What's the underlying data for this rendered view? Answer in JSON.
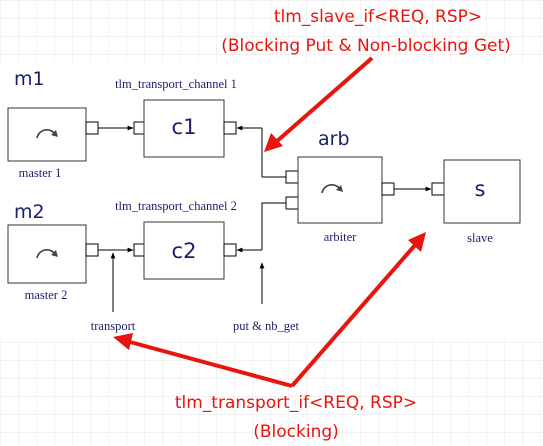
{
  "title_line_1": "tlm_slave_if<REQ, RSP>",
  "title_line_2": "(Blocking Put & Non-blocking Get)",
  "bottom_line_1": "tlm_transport_if<REQ, RSP>",
  "bottom_line_2": "(Blocking)",
  "modules": {
    "m1": "m1",
    "m2": "m2",
    "arb": "arb",
    "c1": "c1",
    "c2": "c2",
    "s": "s"
  },
  "labels": {
    "master1": "master 1",
    "master2": "master 2",
    "arbiter": "arbiter",
    "slave": "slave",
    "channel1": "tlm_transport_channel 1",
    "channel2": "tlm_transport_channel 2",
    "transport": "transport",
    "put_nb_get": "put & nb_get"
  },
  "colors": {
    "annotation": "#e8140d",
    "label_text": "#1a1f6b"
  }
}
